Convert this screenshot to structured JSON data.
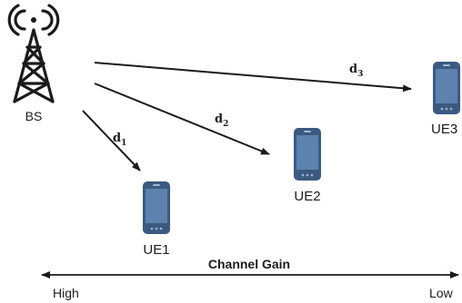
{
  "nodes": {
    "bs": {
      "label": "BS",
      "icon": "cell-tower-icon"
    },
    "ue1": {
      "label": "UE1",
      "icon": "smartphone-icon"
    },
    "ue2": {
      "label": "UE2",
      "icon": "smartphone-icon"
    },
    "ue3": {
      "label": "UE3",
      "icon": "smartphone-icon"
    }
  },
  "links": [
    {
      "from": "BS",
      "to": "UE1",
      "label_base": "d",
      "label_sub": "1"
    },
    {
      "from": "BS",
      "to": "UE2",
      "label_base": "d",
      "label_sub": "2"
    },
    {
      "from": "BS",
      "to": "UE3",
      "label_base": "d",
      "label_sub": "3"
    }
  ],
  "channel_gain": {
    "title": "Channel Gain",
    "high_label": "High",
    "low_label": "Low"
  },
  "colors": {
    "phone_body": "#3c5a80",
    "phone_screen": "#5c82ad",
    "phone_highlight": "#9fb9d6",
    "line": "#1a1a1a"
  }
}
